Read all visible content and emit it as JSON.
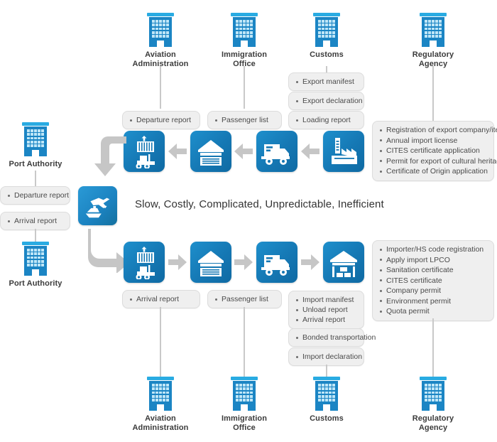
{
  "diagram": {
    "caption": "Slow, Costly, Complicated, Unpredictable, Inefficient",
    "colors": {
      "tile_blue": "#1578b4",
      "tile_blue_light": "#29abe2",
      "arrow_grey": "#c6c6c6",
      "box_grey": "#efefef",
      "line_grey": "#c9c9c9",
      "text_dark": "#3b3b3b"
    }
  },
  "agencies": {
    "top": [
      {
        "id": "aviation-administration",
        "label": "Aviation\nAdministration",
        "icon": "building-icon"
      },
      {
        "id": "immigration-office",
        "label": "Immigration\nOffice",
        "icon": "building-icon"
      },
      {
        "id": "customs",
        "label": "Customs",
        "icon": "building-icon"
      },
      {
        "id": "regulatory-agency",
        "label": "Regulatory\nAgency",
        "icon": "building-icon"
      }
    ],
    "bottom": [
      {
        "id": "aviation-administration",
        "label": "Aviation\nAdministration",
        "icon": "building-icon"
      },
      {
        "id": "immigration-office",
        "label": "Immigration\nOffice",
        "icon": "building-icon"
      },
      {
        "id": "customs",
        "label": "Customs",
        "icon": "building-icon"
      },
      {
        "id": "regulatory-agency",
        "label": "Regulatory\nAgency",
        "icon": "building-icon"
      }
    ],
    "left": [
      {
        "id": "port-authority-export",
        "label": "Port Authority",
        "icon": "building-icon"
      },
      {
        "id": "port-authority-import",
        "label": "Port Authority",
        "icon": "building-icon"
      }
    ]
  },
  "export_flow": {
    "name": "Export flow",
    "direction": "right-to-left",
    "tiles": [
      {
        "id": "container-forklift",
        "icon": "container-forklift-icon"
      },
      {
        "id": "warehouse",
        "icon": "warehouse-icon"
      },
      {
        "id": "truck",
        "icon": "truck-icon"
      },
      {
        "id": "factory",
        "icon": "factory-icon"
      }
    ],
    "documents": [
      {
        "id": "departure-report",
        "items": [
          "Departure report"
        ]
      },
      {
        "id": "passenger-list",
        "items": [
          "Passenger list"
        ]
      },
      {
        "id": "export-manifest",
        "items": [
          "Export manifest"
        ]
      },
      {
        "id": "export-declaration",
        "items": [
          "Export declaration"
        ]
      },
      {
        "id": "loading-report",
        "items": [
          "Loading report"
        ]
      },
      {
        "id": "regulatory-export-requirements",
        "items": [
          "Registration of export company/item",
          "Annual import license",
          "CITES certificate application",
          "Permit for export of cultural heritage",
          "Certificate of Origin application"
        ]
      }
    ]
  },
  "import_flow": {
    "name": "Import flow",
    "direction": "left-to-right",
    "tiles": [
      {
        "id": "container-forklift",
        "icon": "container-forklift-icon"
      },
      {
        "id": "warehouse",
        "icon": "warehouse-icon"
      },
      {
        "id": "truck",
        "icon": "truck-icon"
      },
      {
        "id": "warehouse-storage",
        "icon": "warehouse-storage-icon"
      }
    ],
    "documents": [
      {
        "id": "arrival-report",
        "items": [
          "Arrival report"
        ]
      },
      {
        "id": "passenger-list",
        "items": [
          "Passenger list"
        ]
      },
      {
        "id": "import-manifest-group",
        "items": [
          "Import manifest",
          "Unload report",
          "Arrival report"
        ]
      },
      {
        "id": "bonded-transportation",
        "items": [
          "Bonded transportation"
        ]
      },
      {
        "id": "import-declaration",
        "items": [
          "Import declaration"
        ]
      },
      {
        "id": "regulatory-import-requirements",
        "items": [
          "Importer/HS code registration",
          "Apply import LPCO",
          "Sanitation certificate",
          "CITES certificate",
          "Company permit",
          "Environment permit",
          "Quota permit"
        ]
      }
    ]
  },
  "port_documents": [
    {
      "id": "port-departure-report",
      "items": [
        "Departure report"
      ]
    },
    {
      "id": "port-arrival-report",
      "items": [
        "Arrival report"
      ]
    }
  ],
  "hub": {
    "id": "port-airport-hub",
    "icon": "plane-ship-icon"
  }
}
